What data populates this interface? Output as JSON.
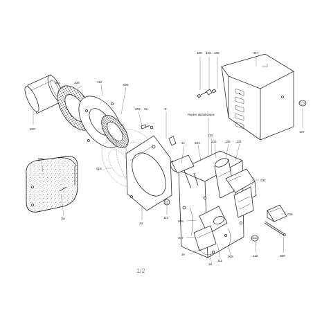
{
  "labels": {
    "l105": "105",
    "l106": "106",
    "l108": "108",
    "l317": "317",
    "l107": "107",
    "l004": "004",
    "l109": "109",
    "l110": "110",
    "l006": "006",
    "l502": "502",
    "l001": "001",
    "l2a_top": "2a",
    "l3": "3",
    "l_rep": "Repère alphabétique",
    "l130": "130",
    "l2v": "2v",
    "l103": "103",
    "l134": "134",
    "l135": "135",
    "l131": "131",
    "l595": "595",
    "l3w": "3w",
    "l018": "018",
    "l032": "032",
    "l114": "114",
    "l2a_mid": "2a",
    "l009": "009",
    "l035": "035",
    "l307": "307",
    "l2e": "2e",
    "l111": "111",
    "l008": "008",
    "l112": "112",
    "l058": "058",
    "l3d": "3d"
  },
  "page": {
    "number": "1/2"
  }
}
